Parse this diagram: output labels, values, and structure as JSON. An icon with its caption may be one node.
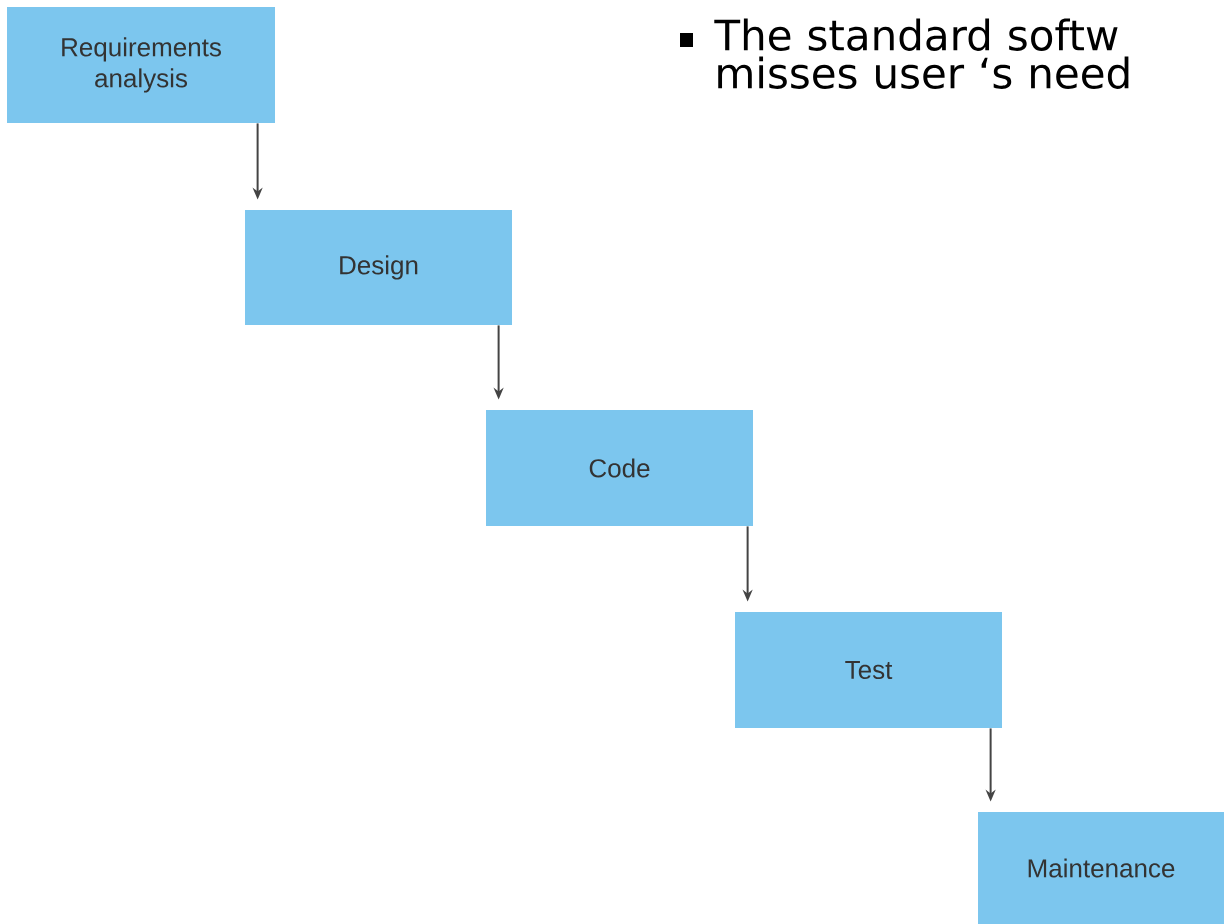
{
  "diagram": {
    "nodes": [
      {
        "text": [
          "Requirements analysis"
        ]
      },
      {
        "text": [
          "Design"
        ]
      },
      {
        "text": [
          "Code"
        ]
      },
      {
        "text": [
          "Test"
        ]
      },
      {
        "text": [
          "Maintenance"
        ]
      }
    ],
    "edges": [
      {
        "from": 0,
        "to": 1,
        "arrow": "to"
      },
      {
        "from": 1,
        "to": 2,
        "arrow": "to"
      },
      {
        "from": 2,
        "to": 3,
        "arrow": "to"
      },
      {
        "from": 3,
        "to": 4,
        "arrow": "to"
      }
    ],
    "labels": [
      "The standard softw misses user ‘s need"
    ]
  }
}
